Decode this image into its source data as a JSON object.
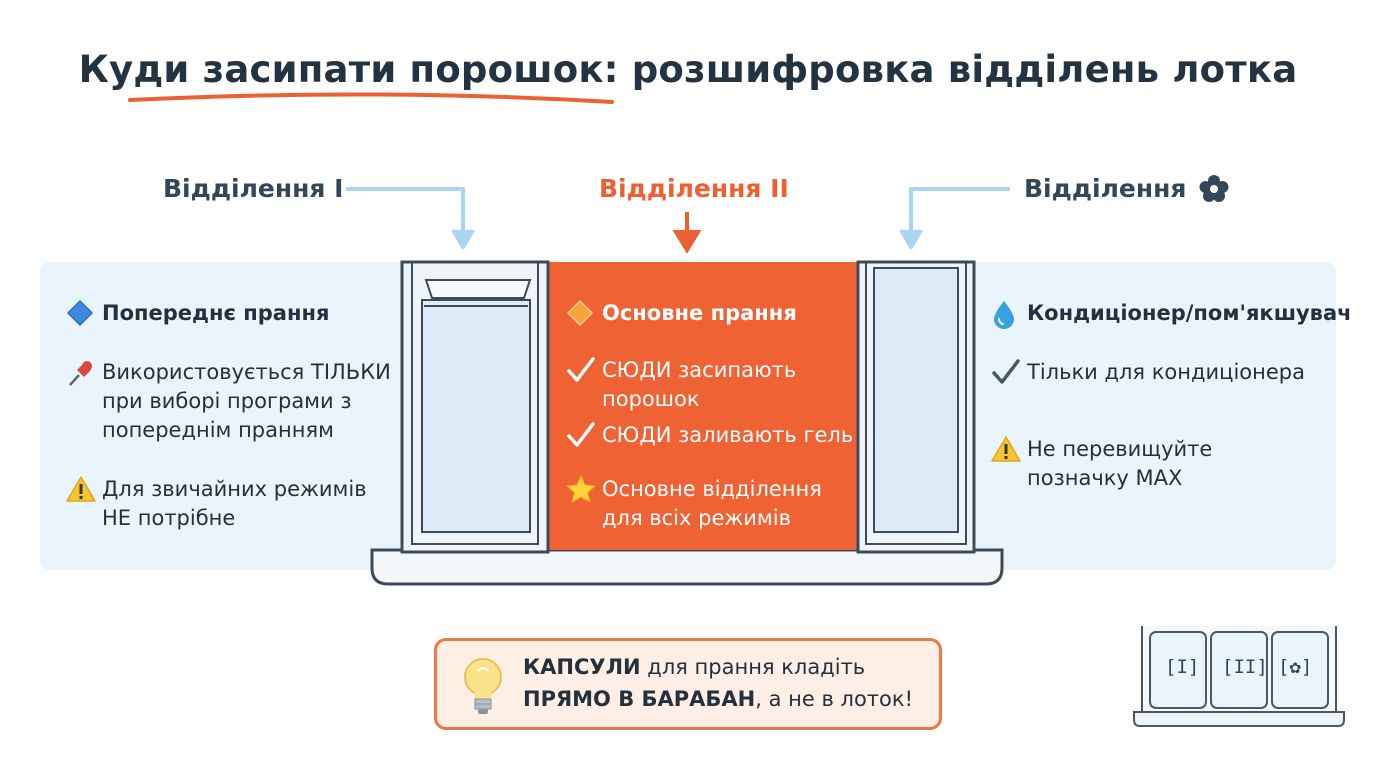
{
  "title": "Куди засипати порошок: розшифровка відділень лотка",
  "sections": {
    "one": {
      "label": "Відділення I",
      "heading": "Попереднє прання",
      "heading_icon": "blue-diamond-icon",
      "lines": [
        {
          "icon": "pushpin-icon",
          "text": "Використовується ТІЛЬКИ при виборі програми з попереднім пранням"
        },
        {
          "icon": "warning-icon",
          "text": "Для звичайних режимів НЕ потрібне"
        }
      ]
    },
    "two": {
      "label": "Відділення II",
      "heading": "Основне прання",
      "heading_icon": "orange-diamond-icon",
      "lines": [
        {
          "icon": "check-icon",
          "text": "СЮДИ засипають порошок"
        },
        {
          "icon": "check-icon",
          "text": "СЮДИ заливають гель"
        },
        {
          "icon": "star-icon",
          "text": "Основне відділення для всіх режимів"
        }
      ]
    },
    "three": {
      "label": "Відділення",
      "label_icon": "flower-icon",
      "heading": "Кондиціонер/пом'якшувач",
      "heading_icon": "droplet-icon",
      "lines": [
        {
          "icon": "check-icon",
          "text": "Тільки для кондиціонера"
        },
        {
          "icon": "warning-icon",
          "text": "Не перевищуйте позначку MAX"
        }
      ]
    }
  },
  "tip": {
    "icon": "lightbulb-icon",
    "bold1": "КАПСУЛИ",
    "rest1": " для прання кладіть",
    "bold2": "ПРЯМО В БАРАБАН",
    "rest2": ", а не в лоток!"
  },
  "mini": {
    "labels": [
      "[I]",
      "[II]",
      "[✿]"
    ]
  },
  "colors": {
    "accent": "#ef6233",
    "panel": "#eaf4fc",
    "arrow_blue": "#a9d5f2",
    "text": "#24313d"
  }
}
